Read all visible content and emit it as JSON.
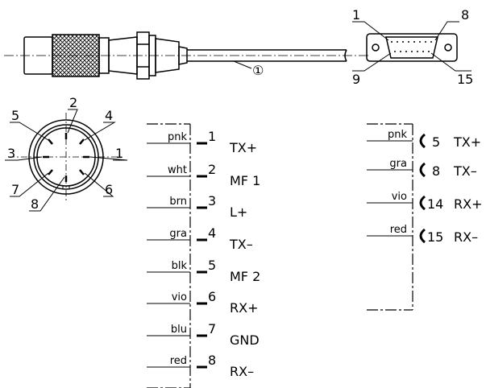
{
  "callout": "①",
  "connector_circular": {
    "pins": [
      "1",
      "2",
      "3",
      "4",
      "5",
      "6",
      "7",
      "8"
    ]
  },
  "connector_dsub": {
    "pins": [
      "1",
      "8",
      "9",
      "15"
    ]
  },
  "wiring_left": [
    {
      "color": "pnk",
      "pin": "1",
      "signal": "TX+"
    },
    {
      "color": "wht",
      "pin": "2",
      "signal": "MF 1"
    },
    {
      "color": "brn",
      "pin": "3",
      "signal": "L+"
    },
    {
      "color": "gra",
      "pin": "4",
      "signal": "TX–"
    },
    {
      "color": "blk",
      "pin": "5",
      "signal": "MF 2"
    },
    {
      "color": "vio",
      "pin": "6",
      "signal": "RX+"
    },
    {
      "color": "blu",
      "pin": "7",
      "signal": "GND"
    },
    {
      "color": "red",
      "pin": "8",
      "signal": "RX–"
    }
  ],
  "wiring_right": [
    {
      "color": "pnk",
      "pin": "5",
      "signal": "TX+"
    },
    {
      "color": "gra",
      "pin": "8",
      "signal": "TX–"
    },
    {
      "color": "vio",
      "pin": "14",
      "signal": "RX+"
    },
    {
      "color": "red",
      "pin": "15",
      "signal": "RX–"
    }
  ]
}
